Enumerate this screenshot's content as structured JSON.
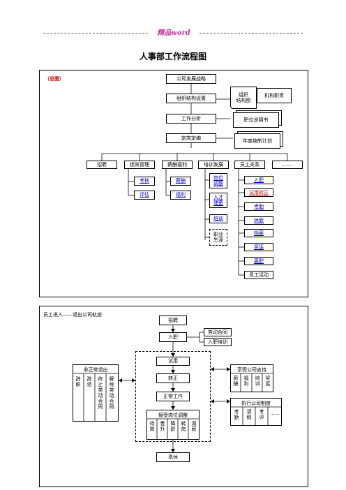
{
  "header": {
    "label": "精品word"
  },
  "title": "人事部工作流程图",
  "overview": {
    "label": "（总图）",
    "strategy": "公司发展战略",
    "org_setup": "组织结构设置",
    "org_chart": "组织\n结构图",
    "dept_duty": "机构职责",
    "job_analysis": "工作分析",
    "job_desc": "职位说明书",
    "staffing": "定岗定编",
    "annual_plan": "年度编制计划",
    "modules": [
      "招聘",
      "绩效管理",
      "薪酬福利",
      "培训发展",
      "员工关系",
      "……"
    ],
    "perf_items": [
      "考核",
      "评估"
    ],
    "pay_items": [
      "薪酬",
      "福利"
    ],
    "train_items": [
      "岗位\n调整",
      "人才\n储备",
      "培训",
      "职业\n生涯"
    ],
    "relation_items": [
      "入职",
      "试用转正",
      "考勤",
      "休假",
      "档案",
      "奖惩",
      "离职",
      "员工活动"
    ]
  },
  "track": {
    "label": "员工进入——退出公司轨迹",
    "recruit": "招聘",
    "onboard": "入职",
    "labor_contract": "劳动合同",
    "onboard_training": "入职培训",
    "probation": "试用",
    "regular": "转正",
    "normal_work": "正常工作",
    "transfer_title": "接受岗位调整",
    "transfer_items": [
      "待岗",
      "晋升",
      "降职",
      "转岗",
      "调薪"
    ],
    "retire": "退休",
    "abnormal_title": "非正常退出",
    "abnormal_items": [
      "辞职",
      "辞退",
      "终止劳动合同",
      "解除劳动合同"
    ],
    "support_title": "享受公司支持",
    "support_items": [
      "薪酬",
      "福利",
      "培训",
      "奖惩"
    ],
    "policy_title": "执行公司制度",
    "policy_items": [
      "考勤",
      "请假",
      "考评",
      "……"
    ]
  }
}
